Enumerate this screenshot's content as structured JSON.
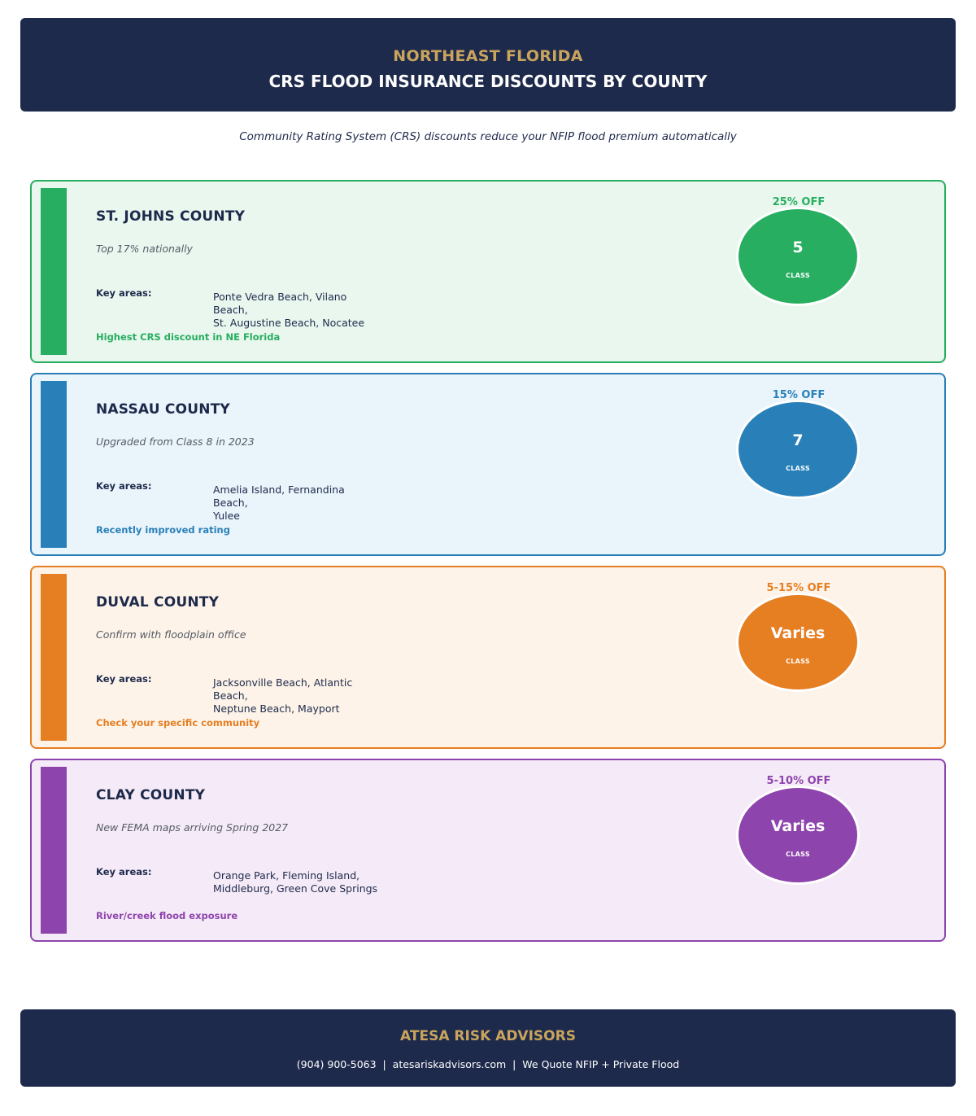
{
  "header": {
    "eyebrow": "NORTHEAST FLORIDA",
    "title": "CRS FLOOD INSURANCE DISCOUNTS BY COUNTY"
  },
  "subtitle": "Community Rating System (CRS) discounts reduce your NFIP flood premium automatically",
  "counties": [
    {
      "name": "ST. JOHNS COUNTY",
      "note": "Top 17% nationally",
      "areas_label": "Key areas:",
      "areas_line1": "Ponte Vedra Beach, Vilano Beach,",
      "areas_line2": "St. Augustine Beach, Nocatee",
      "tagline": "Highest CRS discount in NE Florida",
      "discount": "25% OFF",
      "class_value": "5",
      "class_label": "CLASS",
      "color": "#27ae60",
      "bg": "#e9f7ee"
    },
    {
      "name": "NASSAU COUNTY",
      "note": "Upgraded from Class 8 in 2023",
      "areas_label": "Key areas:",
      "areas_line1": "Amelia Island, Fernandina Beach,",
      "areas_line2": "Yulee",
      "tagline": "Recently improved rating",
      "discount": "15% OFF",
      "class_value": "7",
      "class_label": "CLASS",
      "color": "#2980b9",
      "bg": "#eaf4fb"
    },
    {
      "name": "DUVAL COUNTY",
      "note": "Confirm with floodplain office",
      "areas_label": "Key areas:",
      "areas_line1": "Jacksonville Beach, Atlantic Beach,",
      "areas_line2": "Neptune Beach, Mayport",
      "tagline": "Check your specific community",
      "discount": "5-15% OFF",
      "class_value": "Varies",
      "class_label": "CLASS",
      "color": "#e67e22",
      "bg": "#fdf3e8"
    },
    {
      "name": "CLAY COUNTY",
      "note": "New FEMA maps arriving Spring 2027",
      "areas_label": "Key areas:",
      "areas_line1": "Orange Park, Fleming Island,",
      "areas_line2": "Middleburg, Green Cove Springs",
      "tagline": "River/creek flood exposure",
      "discount": "5-10% OFF",
      "class_value": "Varies",
      "class_label": "CLASS",
      "color": "#8e44ad",
      "bg": "#f5eaf7"
    }
  ],
  "footer": {
    "brand": "ATESA RISK ADVISORS",
    "contact": "(904) 900-5063  |  atesariskadvisors.com  |  We Quote NFIP + Private Flood"
  }
}
